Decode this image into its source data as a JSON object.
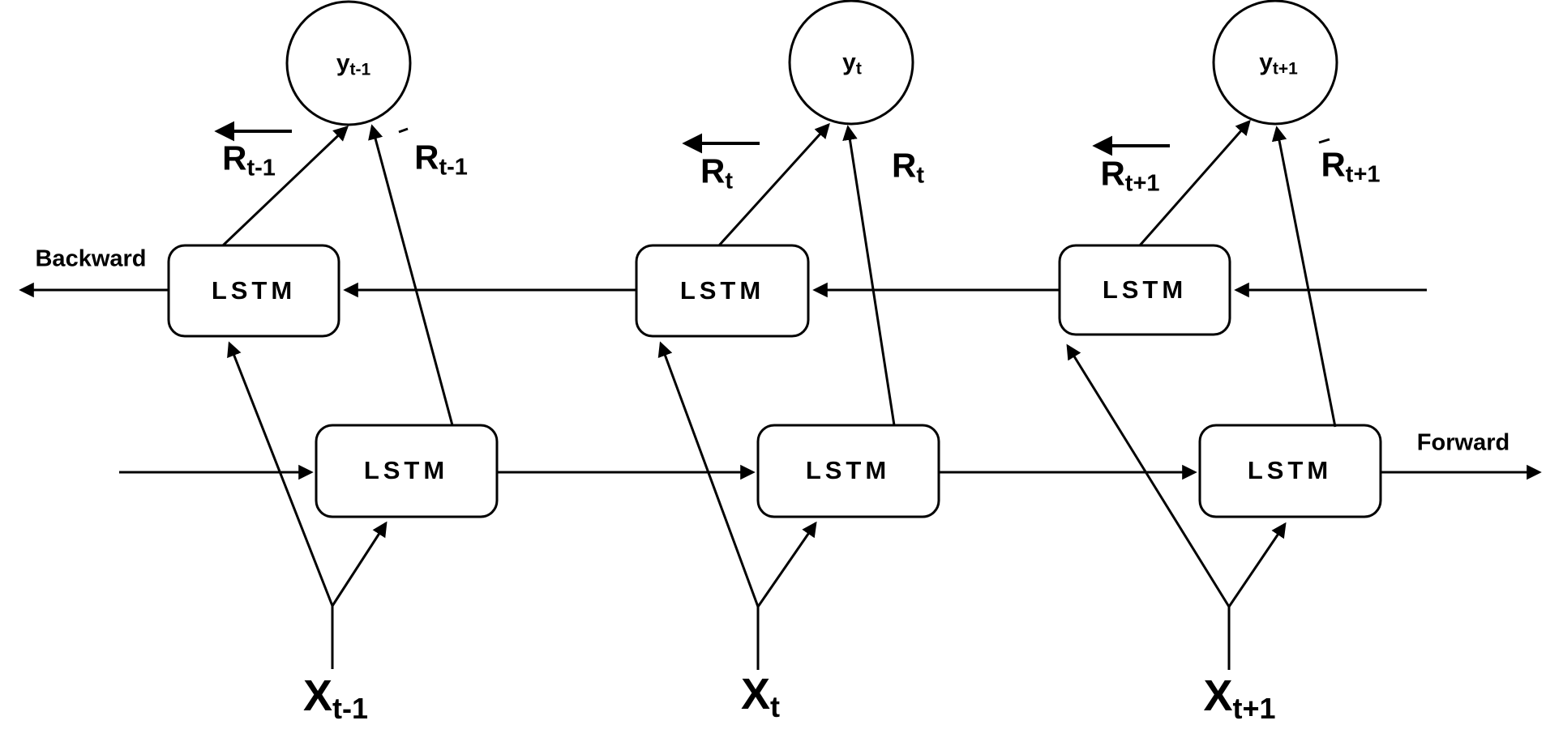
{
  "diagram": {
    "colors": {
      "ink": "#000000",
      "background": "#ffffff"
    },
    "direction_labels": {
      "backward": "Backward",
      "forward": "Forward"
    },
    "lstm_label": "LSTM",
    "columns": [
      {
        "time": "t-1",
        "output": {
          "base": "y",
          "sub": "t-1"
        },
        "input": {
          "base": "X",
          "sub": "t-1"
        },
        "hidden_backward": {
          "base": "R",
          "sub": "t-1"
        },
        "hidden_forward": {
          "base": "R",
          "sub": "t-1"
        }
      },
      {
        "time": "t",
        "output": {
          "base": "y",
          "sub": "t"
        },
        "input": {
          "base": "X",
          "sub": "t"
        },
        "hidden_backward": {
          "base": "R",
          "sub": "t"
        },
        "hidden_forward": {
          "base": "R",
          "sub": "t"
        }
      },
      {
        "time": "t+1",
        "output": {
          "base": "y",
          "sub": "t+1"
        },
        "input": {
          "base": "X",
          "sub": "t+1"
        },
        "hidden_backward": {
          "base": "R",
          "sub": "t+1"
        },
        "hidden_forward": {
          "base": "R",
          "sub": "t+1"
        }
      }
    ]
  }
}
